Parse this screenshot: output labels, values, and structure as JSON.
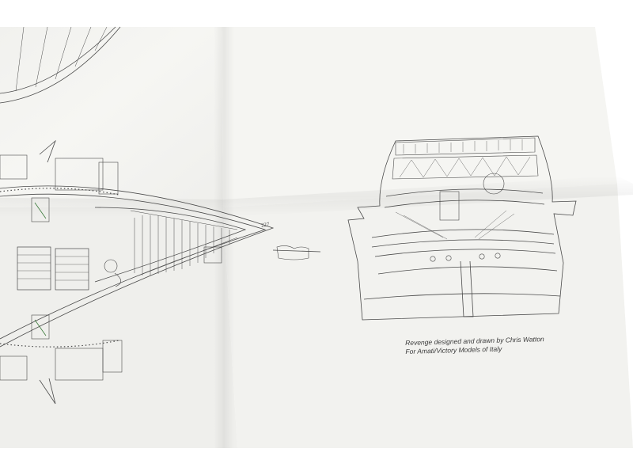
{
  "drawing": {
    "part_number": "227",
    "caption_line1": "Revenge designed and drawn by Chris Watton",
    "caption_line2": "For Amati/Victory Models of Italy"
  },
  "colors": {
    "background": "#ffffff",
    "paper": "#f4f4f1",
    "paper_shadow": "#e6e6e2",
    "ink": "#4a4a4a",
    "accent_green": "#3a7a3a"
  }
}
